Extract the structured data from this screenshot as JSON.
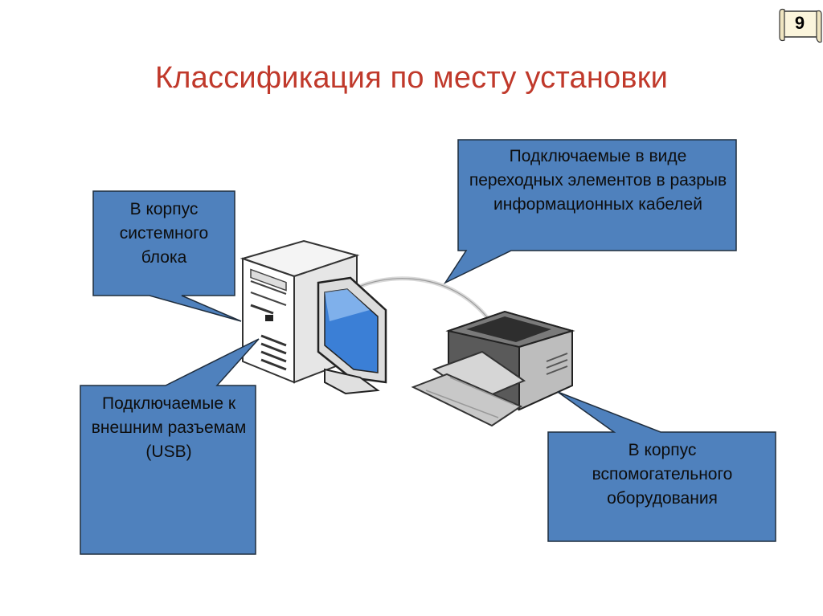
{
  "slide": {
    "number": "9",
    "title": "Классификация по месту установки"
  },
  "callouts": {
    "system_unit": "В корпус системного блока",
    "cable": "Подключаемые в виде переходных элементов в разрыв информационных кабелей",
    "external": "Подключаемые к внешним разъемам (USB)",
    "auxiliary": "В корпус вспомогательного оборудования"
  },
  "colors": {
    "callout_fill": "#4f81bd",
    "callout_stroke": "#1f2d3d",
    "title": "#c0392b"
  },
  "icons": [
    "computer-tower-icon",
    "monitor-icon",
    "printer-icon",
    "cable-icon",
    "scroll-badge-icon"
  ]
}
